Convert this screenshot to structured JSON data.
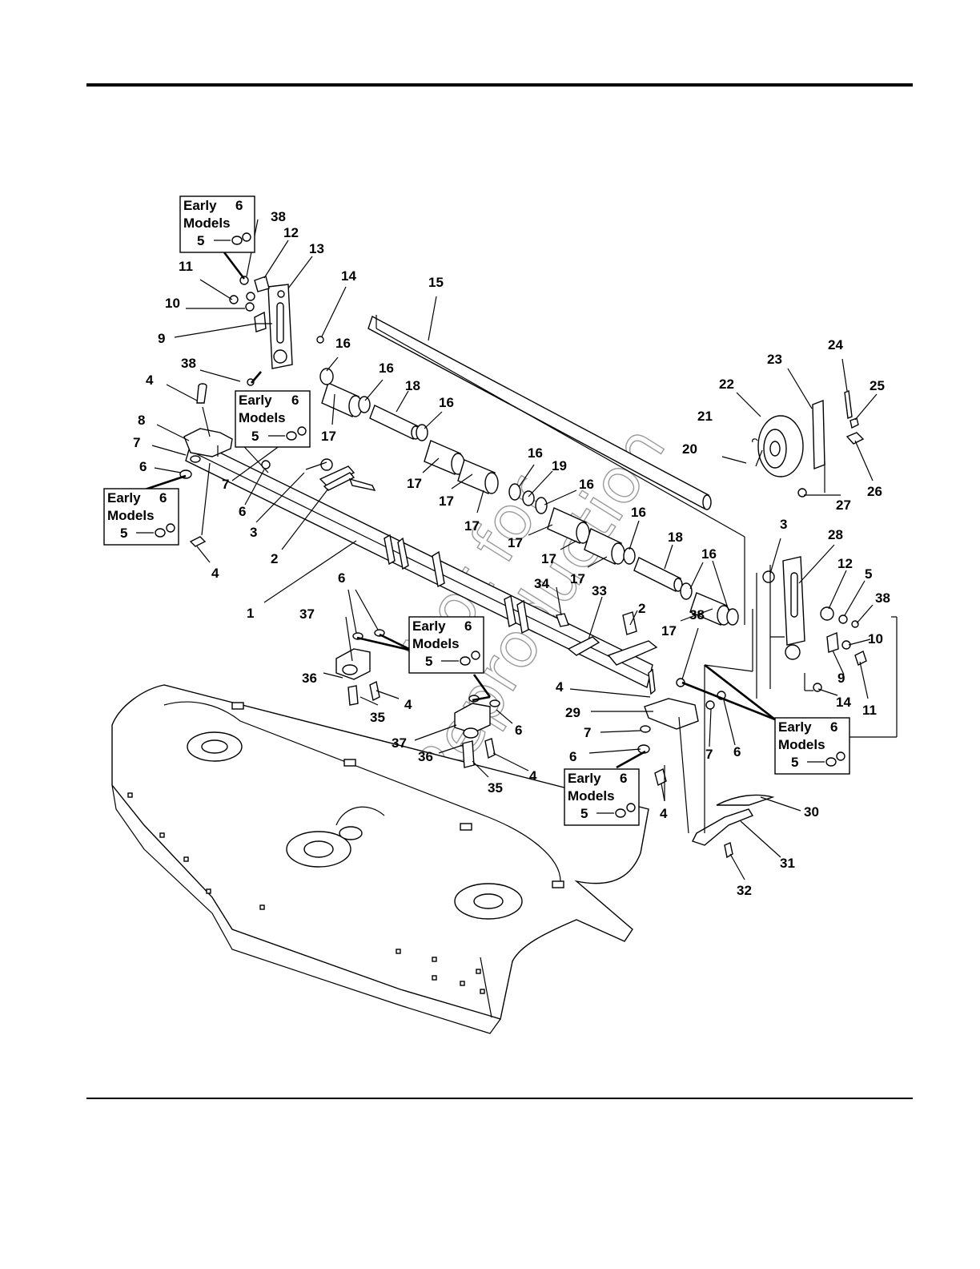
{
  "watermark": {
    "line1": "Not for",
    "line2": "Reproduction"
  },
  "early_models_box": {
    "line1": "Early",
    "line2": "Models"
  },
  "callouts": [
    "1",
    "2",
    "2",
    "3",
    "3",
    "4",
    "4",
    "4",
    "4",
    "4",
    "4",
    "5",
    "6",
    "6",
    "6",
    "6",
    "6",
    "6",
    "7",
    "7",
    "7",
    "7",
    "8",
    "9",
    "9",
    "10",
    "10",
    "11",
    "11",
    "12",
    "12",
    "13",
    "14",
    "14",
    "15",
    "16",
    "16",
    "16",
    "16",
    "16",
    "16",
    "16",
    "17",
    "17",
    "17",
    "17",
    "17",
    "17",
    "17",
    "17",
    "18",
    "18",
    "19",
    "20",
    "21",
    "22",
    "23",
    "24",
    "25",
    "26",
    "27",
    "28",
    "29",
    "30",
    "31",
    "32",
    "33",
    "34",
    "35",
    "35",
    "36",
    "36",
    "37",
    "37",
    "38",
    "38",
    "38",
    "38"
  ]
}
